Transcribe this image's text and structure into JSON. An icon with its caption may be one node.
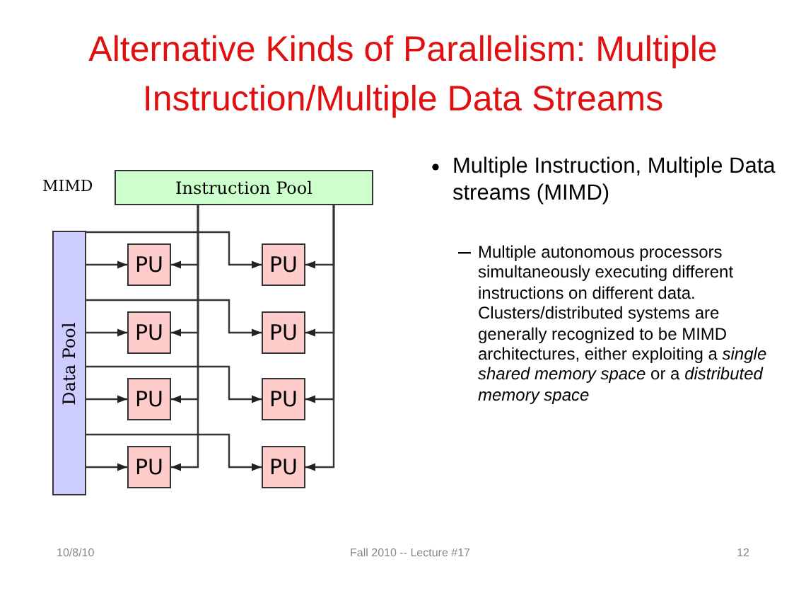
{
  "diagram": {
    "title": "Alternative Kinds of Parallelism: Multiple Instruction/Multiple Data Streams",
    "nodes": [
      {
        "text": [
          "Instruction Pool"
        ]
      },
      {
        "text": [
          "Data Pool"
        ]
      },
      {
        "text": [
          "PU"
        ]
      },
      {
        "text": [
          "PU"
        ]
      },
      {
        "text": [
          "PU"
        ]
      },
      {
        "text": [
          "PU"
        ]
      },
      {
        "text": [
          "PU"
        ]
      },
      {
        "text": [
          "PU"
        ]
      },
      {
        "text": [
          "PU"
        ]
      },
      {
        "text": [
          "PU"
        ]
      }
    ],
    "edges": [
      {
        "from": 1,
        "to": 2,
        "arrow": "to"
      },
      {
        "from": 1,
        "to": 3,
        "arrow": "to"
      },
      {
        "from": 1,
        "to": 4,
        "arrow": "to"
      },
      {
        "from": 1,
        "to": 5,
        "arrow": "to"
      },
      {
        "from": 1,
        "to": 6,
        "arrow": "to"
      },
      {
        "from": 1,
        "to": 7,
        "arrow": "to"
      },
      {
        "from": 1,
        "to": 8,
        "arrow": "to"
      },
      {
        "from": 1,
        "to": 9,
        "arrow": "to"
      },
      {
        "from": 0,
        "to": 2,
        "arrow": "to"
      },
      {
        "from": 0,
        "to": 3,
        "arrow": "to"
      },
      {
        "from": 0,
        "to": 4,
        "arrow": "to"
      },
      {
        "from": 0,
        "to": 5,
        "arrow": "to"
      },
      {
        "from": 0,
        "to": 6,
        "arrow": "to"
      },
      {
        "from": 0,
        "to": 7,
        "arrow": "to"
      },
      {
        "from": 0,
        "to": 8,
        "arrow": "to"
      },
      {
        "from": 0,
        "to": 9,
        "arrow": "to"
      }
    ],
    "labels": [
      "MIMD",
      "Multiple Instruction, Multiple Data streams (MIMD)",
      "Multiple autonomous processors simultaneously executing different instructions on different data. Clusters/distributed systems are generally recognized to be MIMD architectures, either exploiting a *single shared memory space* or a *distributed memory space*",
      "10/8/10",
      "Fall 2010 -- Lecture #17",
      "12"
    ]
  }
}
